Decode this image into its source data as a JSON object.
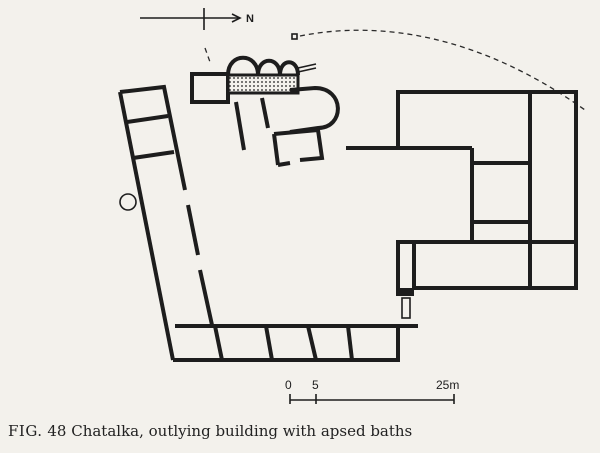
{
  "north_arrow": {
    "label": "N"
  },
  "scale_bar": {
    "ticks": [
      "0",
      "5",
      "25m"
    ]
  },
  "caption": {
    "fig_label": "FIG.",
    "fig_number": "48",
    "text": "Chatalka, outlying building with apsed baths"
  }
}
